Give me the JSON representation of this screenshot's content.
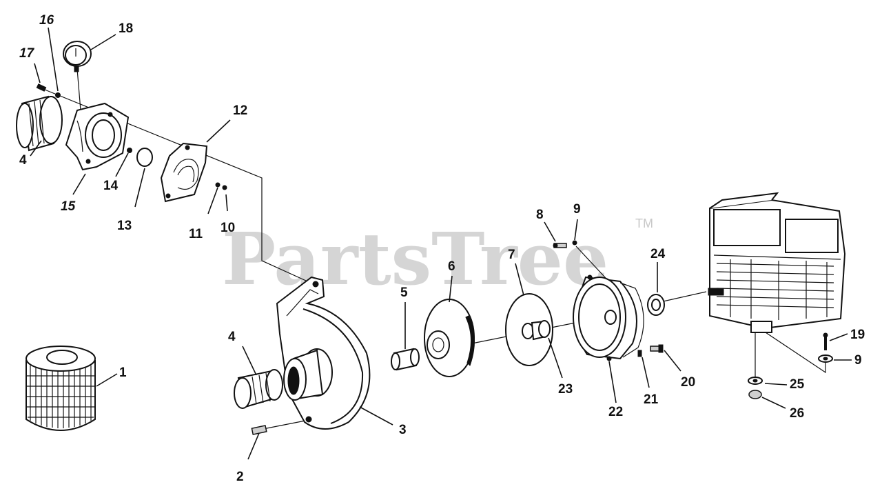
{
  "watermark": {
    "text": "PartsTree",
    "trademark": "TM"
  },
  "callouts": [
    {
      "id": "c1",
      "label": "1"
    },
    {
      "id": "c2",
      "label": "2"
    },
    {
      "id": "c3",
      "label": "3"
    },
    {
      "id": "c4a",
      "label": "4"
    },
    {
      "id": "c4b",
      "label": "4"
    },
    {
      "id": "c5",
      "label": "5"
    },
    {
      "id": "c6",
      "label": "6"
    },
    {
      "id": "c7",
      "label": "7"
    },
    {
      "id": "c8",
      "label": "8"
    },
    {
      "id": "c9a",
      "label": "9"
    },
    {
      "id": "c9b",
      "label": "9"
    },
    {
      "id": "c10",
      "label": "10"
    },
    {
      "id": "c11",
      "label": "11"
    },
    {
      "id": "c12",
      "label": "12"
    },
    {
      "id": "c13",
      "label": "13"
    },
    {
      "id": "c14",
      "label": "14"
    },
    {
      "id": "c15",
      "label": "15"
    },
    {
      "id": "c16",
      "label": "16"
    },
    {
      "id": "c17",
      "label": "17"
    },
    {
      "id": "c18",
      "label": "18"
    },
    {
      "id": "c19",
      "label": "19"
    },
    {
      "id": "c20",
      "label": "20"
    },
    {
      "id": "c21",
      "label": "21"
    },
    {
      "id": "c22",
      "label": "22"
    },
    {
      "id": "c23",
      "label": "23"
    },
    {
      "id": "c24",
      "label": "24"
    },
    {
      "id": "c25",
      "label": "25"
    },
    {
      "id": "c26",
      "label": "26"
    }
  ]
}
